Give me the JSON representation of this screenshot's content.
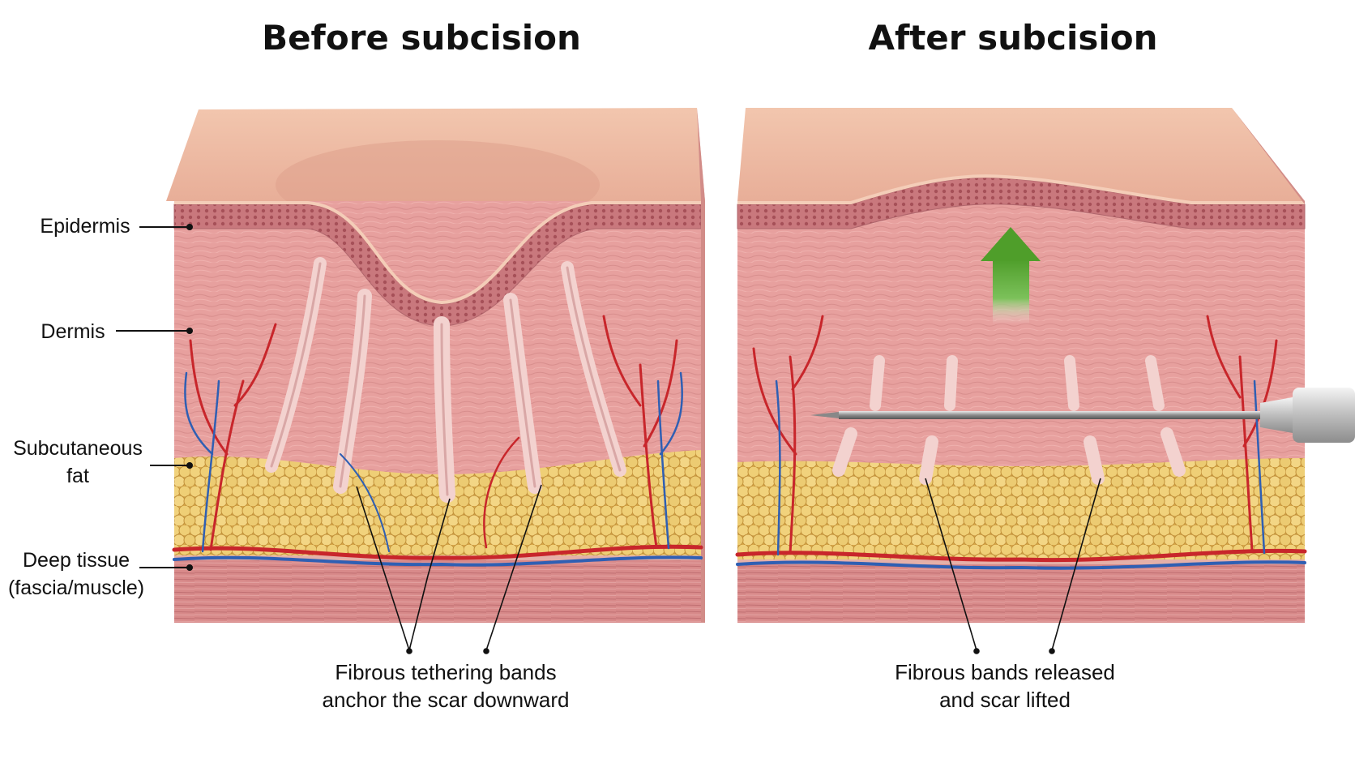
{
  "titles": {
    "before": "Before subcision",
    "after": "After subcision"
  },
  "layers": {
    "epidermis": "Epidermis",
    "dermis": "Dermis",
    "subcutaneous_fat": {
      "line1": "Subcutaneous",
      "line2": "fat"
    },
    "deep_tissue": {
      "line1": "Deep tissue",
      "line2": "(fascia/muscle)"
    }
  },
  "captions": {
    "before": {
      "line1": "Fibrous tethering bands",
      "line2": "anchor the scar downward"
    },
    "after": {
      "line1": "Fibrous bands released",
      "line2": "and scar lifted"
    }
  },
  "colors": {
    "skin_surface": "#f0c0a8",
    "epidermis": "#c97a7e",
    "dermis": "#e8a3a0",
    "fat": "#e8c468",
    "deep": "#d88c8c",
    "artery": "#c8262b",
    "vein": "#2f5fb3",
    "arrow": "#5aa832"
  }
}
